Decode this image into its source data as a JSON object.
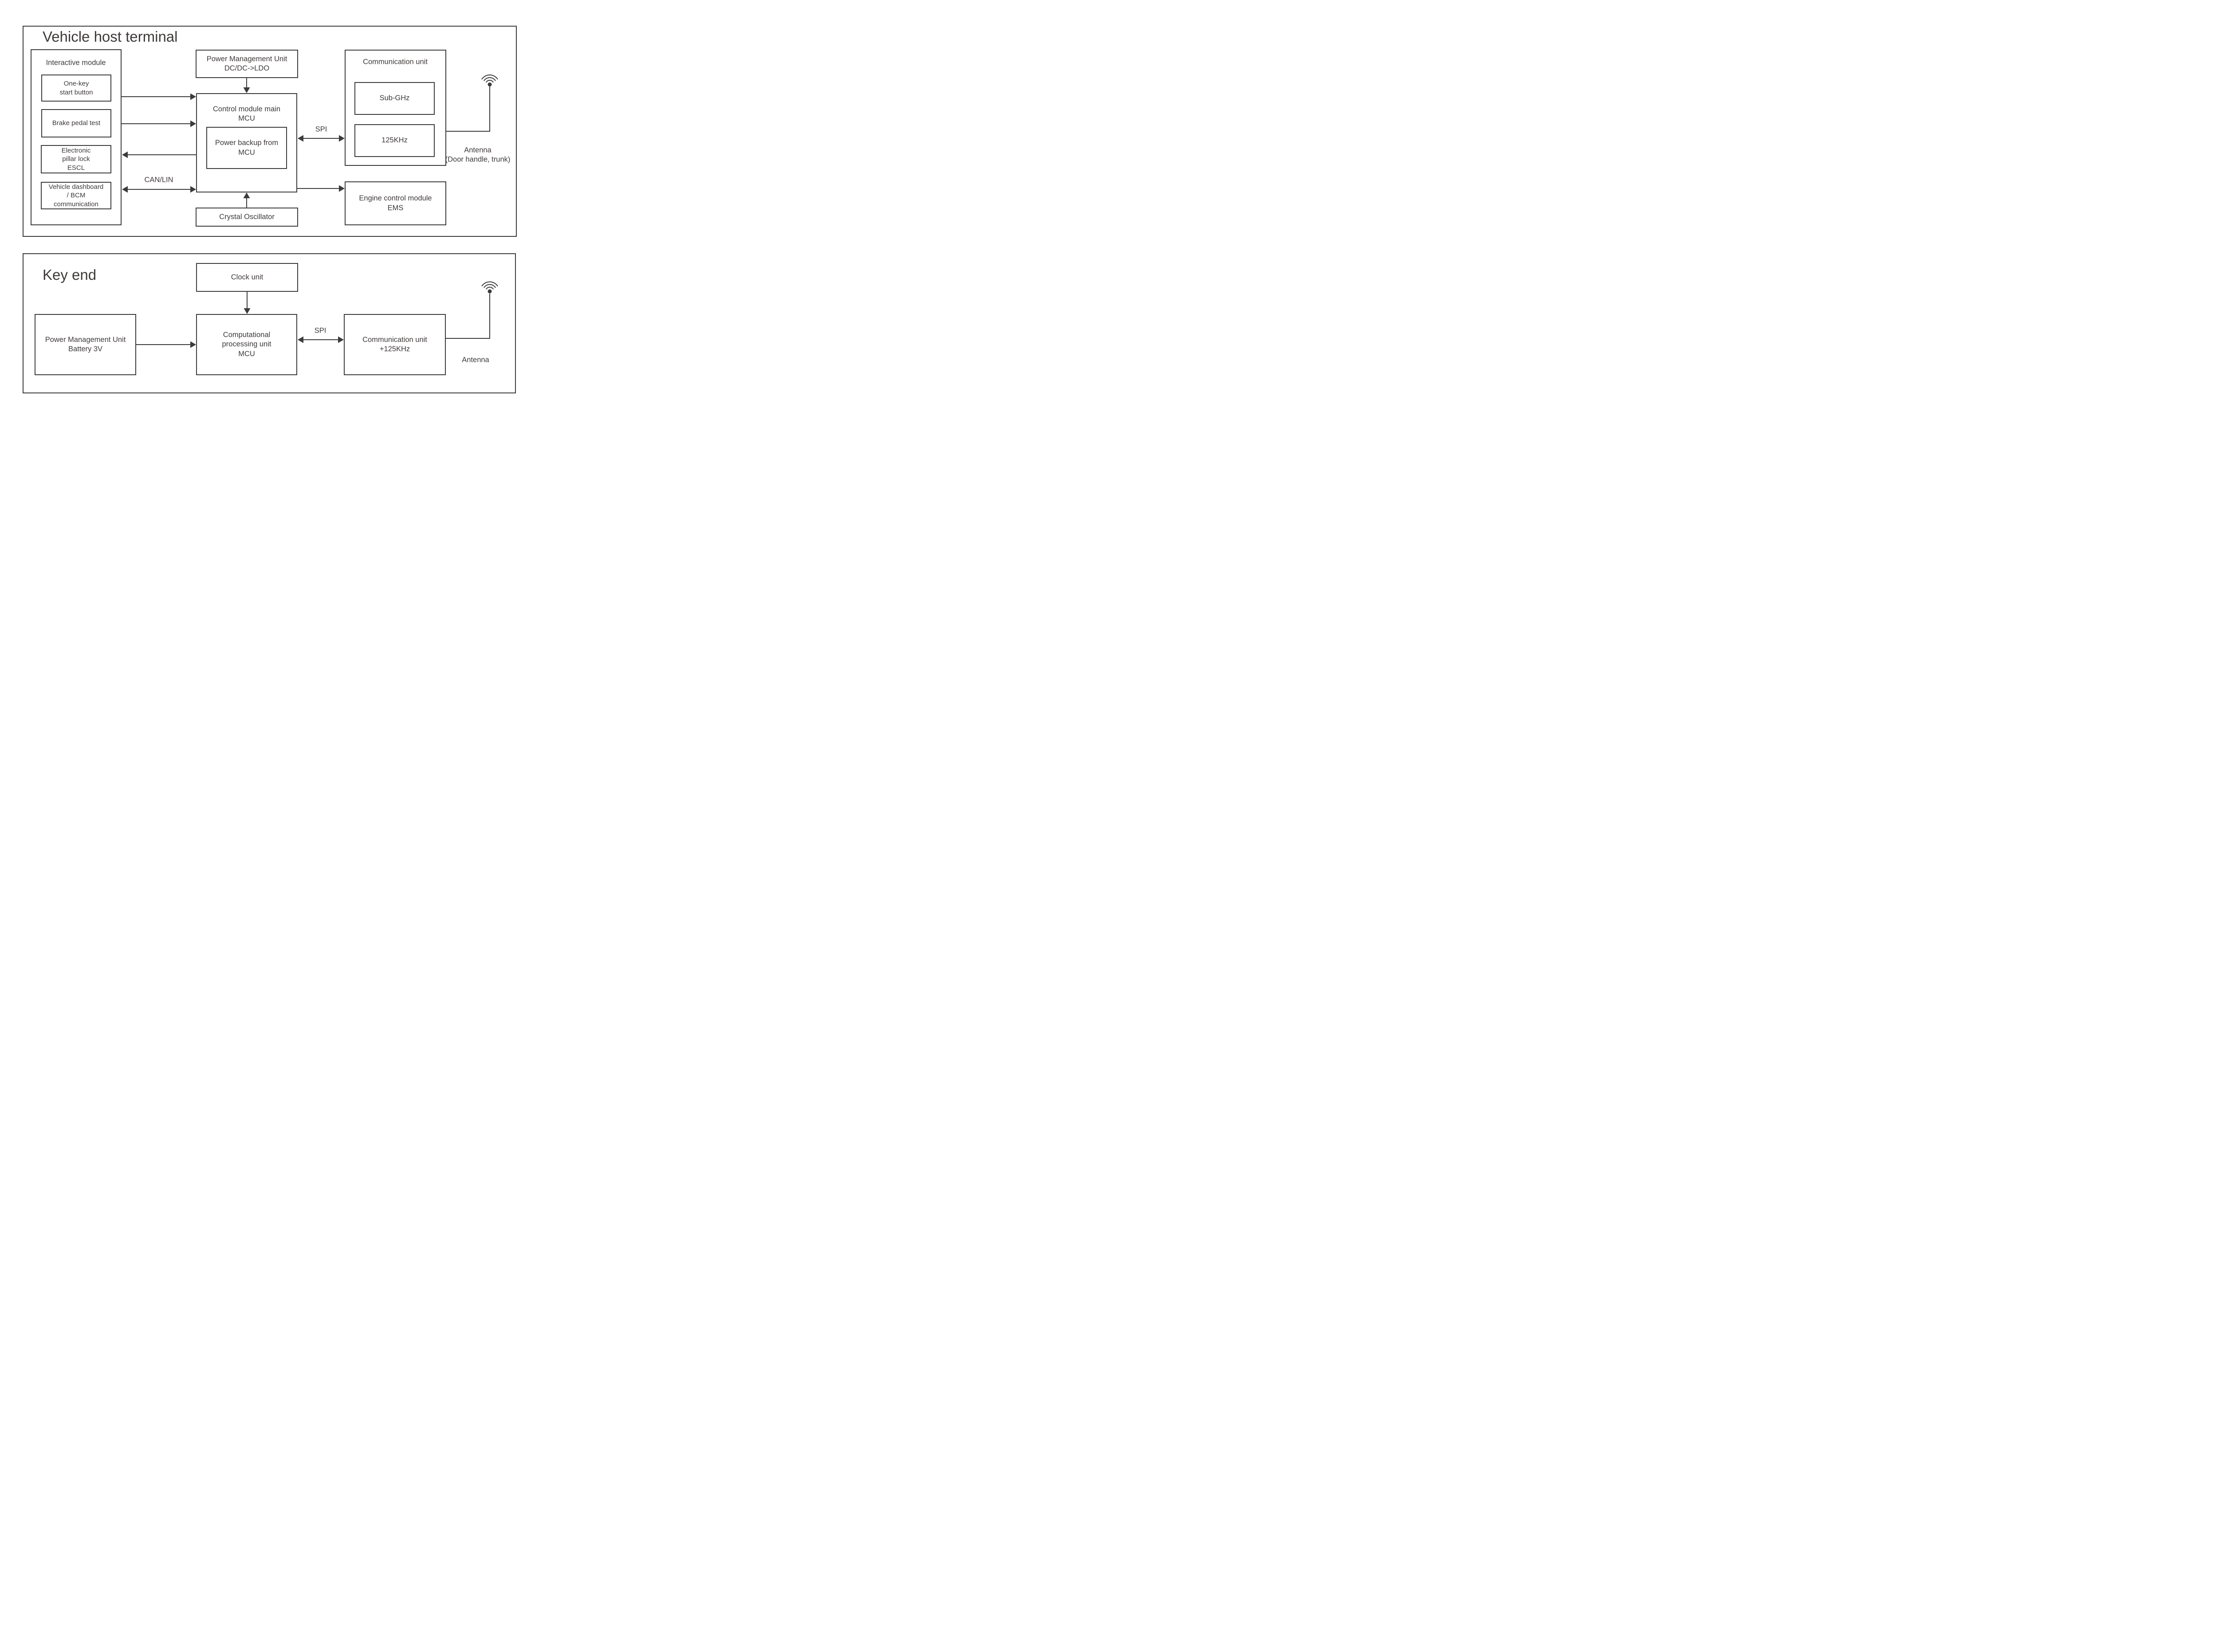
{
  "colors": {
    "line": "#3b3b3b",
    "text": "#3e3a39",
    "background": "#ffffff"
  },
  "vehicle_host": {
    "title": "Vehicle host terminal",
    "interactive_module": {
      "title": "Interactive module",
      "items": [
        "One-key\nstart button",
        "Brake pedal test",
        "Electronic\npillar lock\nESCL",
        "Vehicle dashboard\n/ BCM\ncommunication"
      ]
    },
    "pmu_label": "Power Management Unit\nDC/DC->LDO",
    "control_module_label": "Control module main\nMCU",
    "power_backup_label": "Power backup from\nMCU",
    "communication_unit": {
      "title": "Communication unit",
      "sub_ghz": "Sub-GHz",
      "khz_125": "125KHz"
    },
    "crystal_label": "Crystal Oscillator",
    "ems_label": "Engine control module\nEMS",
    "spi_label": "SPI",
    "can_lin_label": "CAN/LIN",
    "antenna_label": "Antenna\n(Door handle, trunk)"
  },
  "key_end": {
    "title": "Key end",
    "clock_label": "Clock unit",
    "pmu_label": "Power Management Unit\nBattery 3V",
    "cpu_label": "Computational\nprocessing unit\nMCU",
    "comm_label": "Communication unit\n+125KHz",
    "spi_label": "SPI",
    "antenna_label": "Antenna"
  }
}
